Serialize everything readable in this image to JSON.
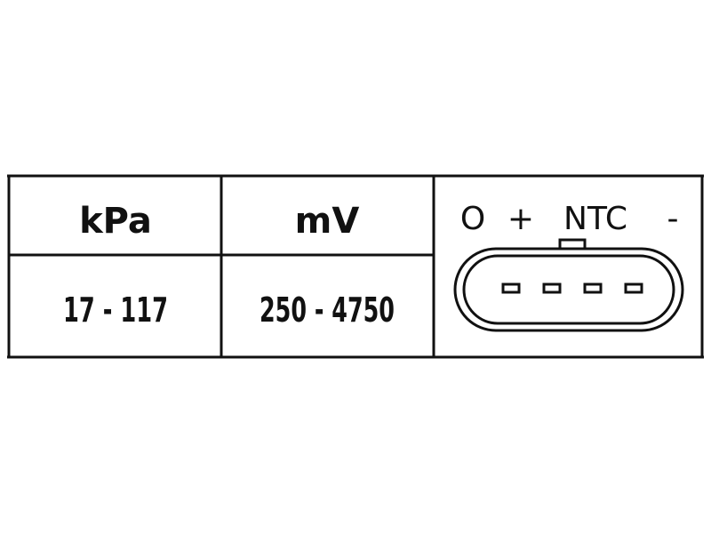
{
  "table": {
    "headers": {
      "pressure": "kPa",
      "voltage": "mV"
    },
    "values": {
      "pressure_range": "17 - 117",
      "voltage_range": "250 - 4750"
    }
  },
  "connector": {
    "pins": [
      {
        "label": "O"
      },
      {
        "label": "+"
      },
      {
        "label": "NTC"
      },
      {
        "label": "-"
      }
    ]
  },
  "colors": {
    "line": "#111111",
    "background": "#ffffff"
  }
}
